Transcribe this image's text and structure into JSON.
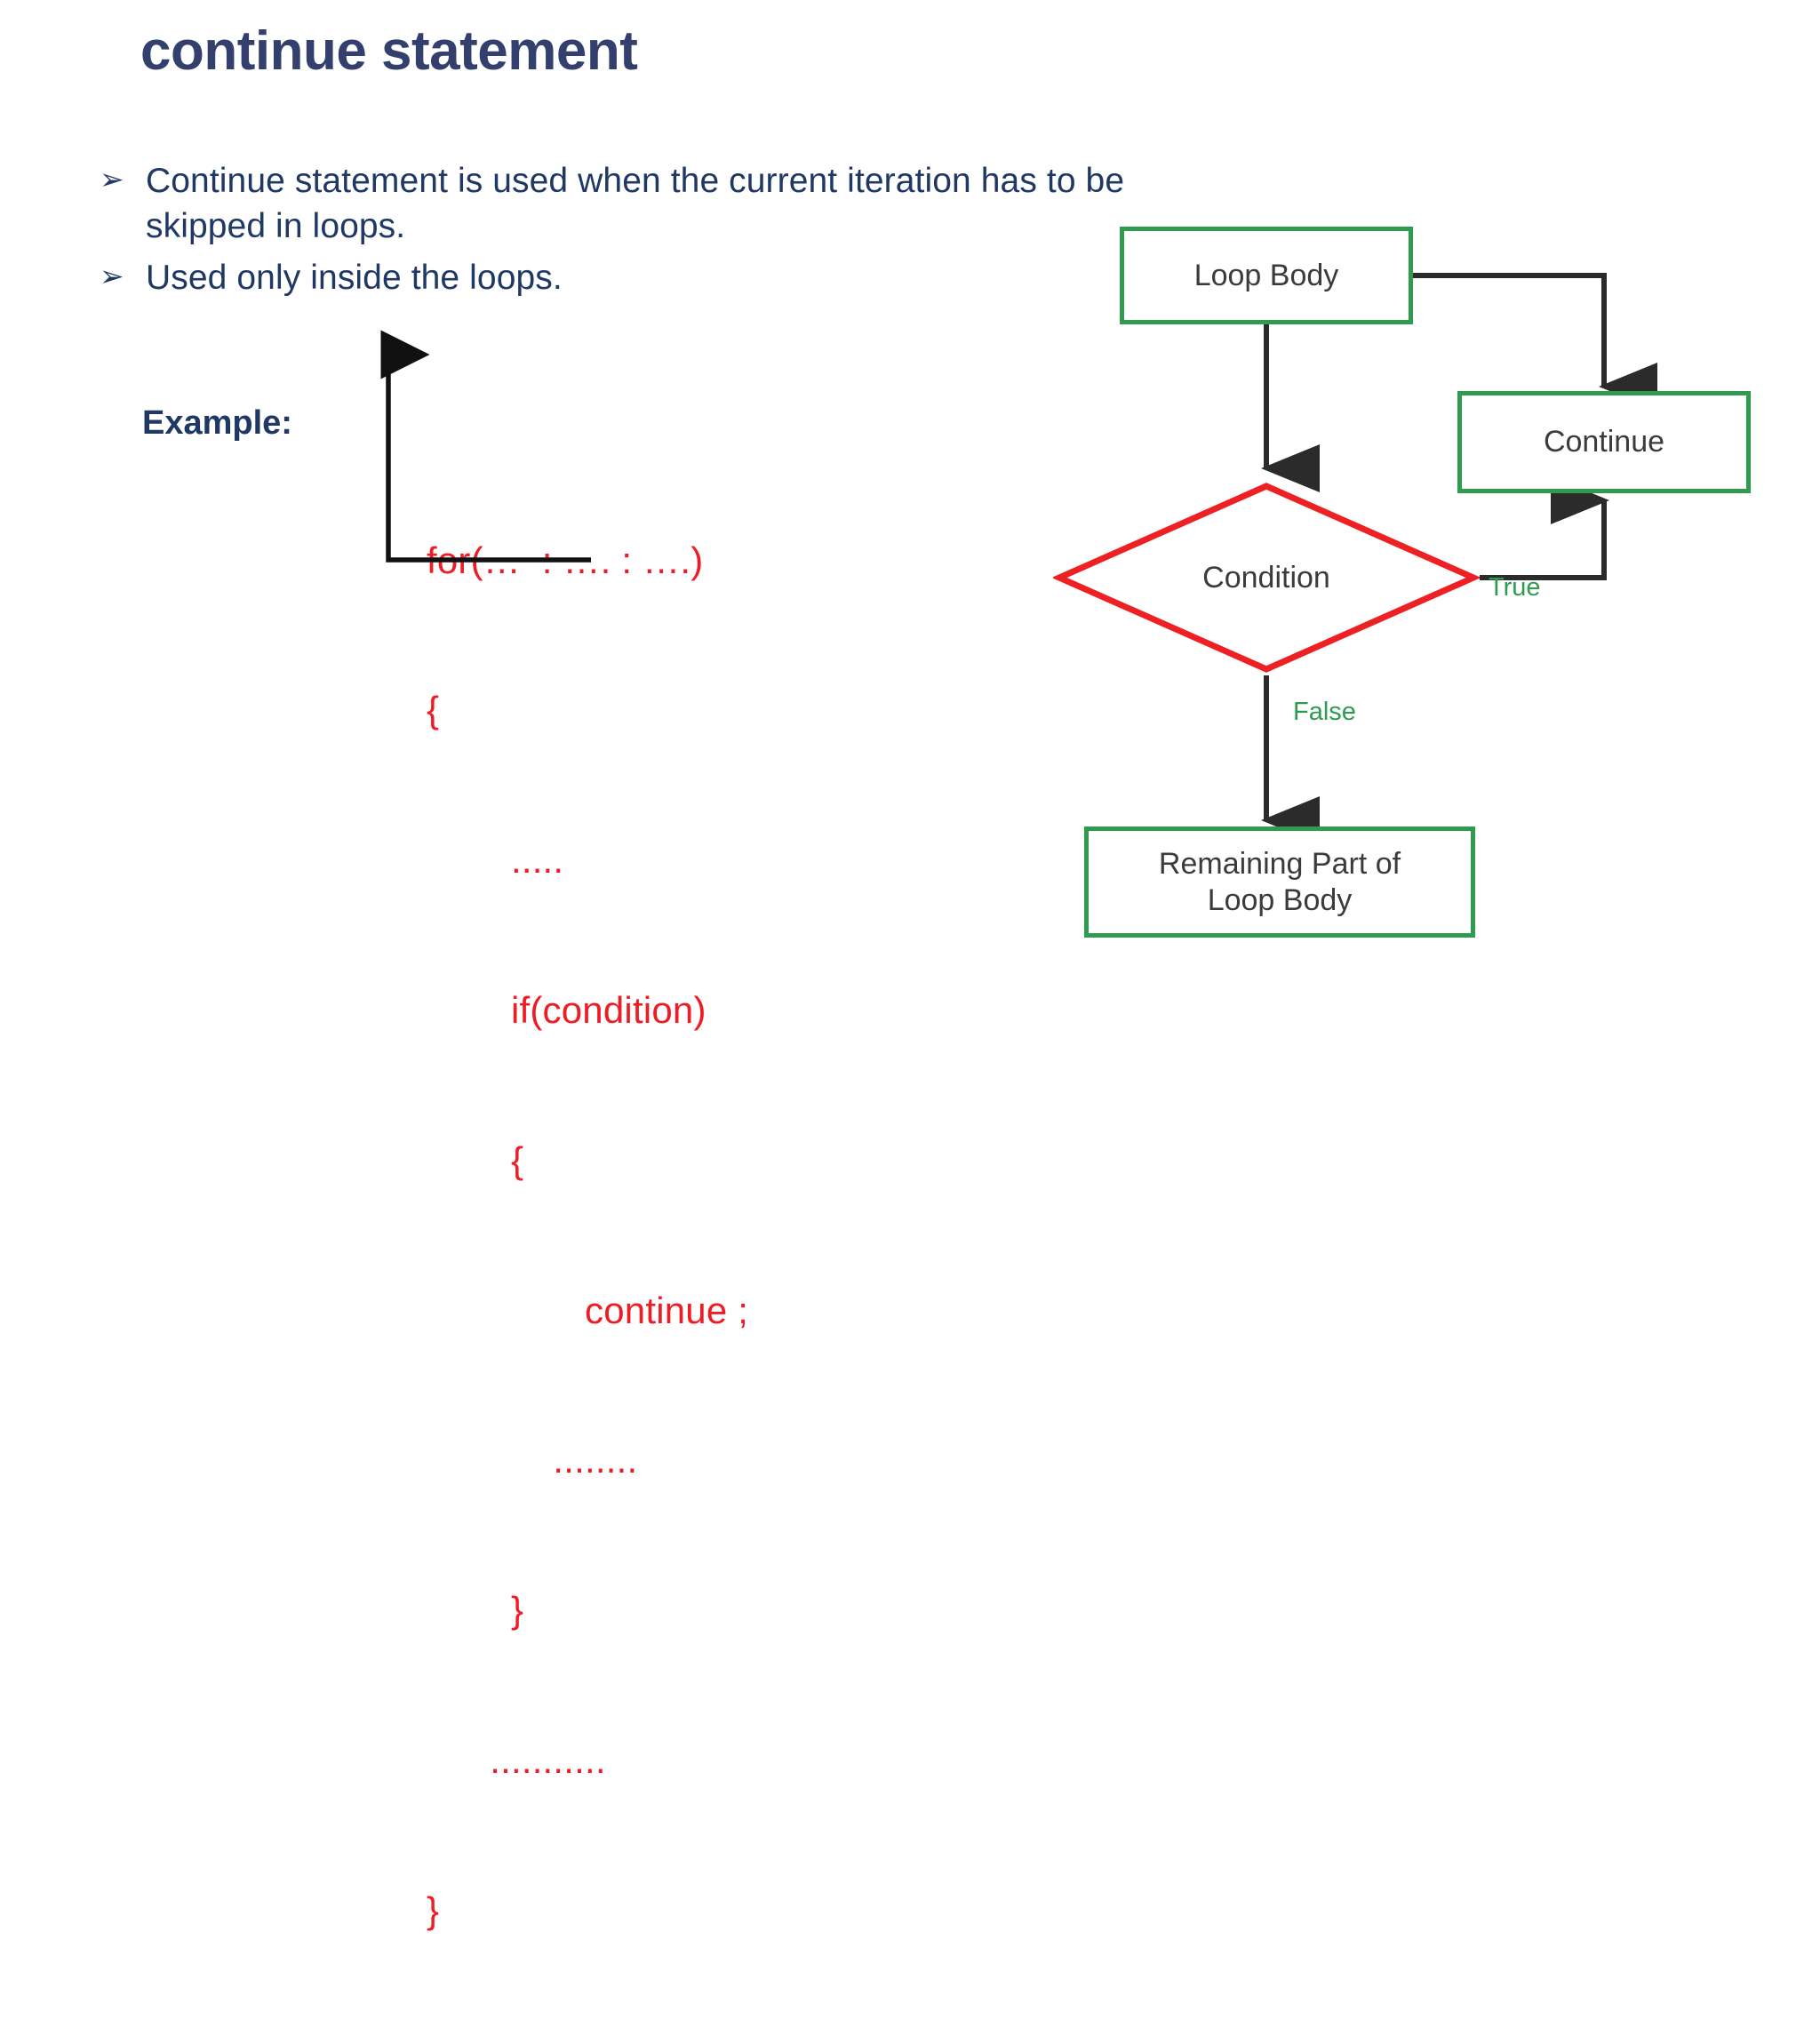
{
  "slide": {
    "title": "continue statement",
    "title_color": "#33406e",
    "background": "#ffffff"
  },
  "bullets": {
    "marker_glyph": "➢",
    "text_color": "#1f3864",
    "items": [
      {
        "text": "Continue statement is used when the current iteration has to be skipped in loops."
      },
      {
        "text": "Used only inside the loops."
      }
    ]
  },
  "example": {
    "label": "Example:",
    "code_color": "#ee1c25",
    "lines": [
      "for(…  : …. : ….)",
      "{",
      "        .....",
      "        if(condition)",
      "        {",
      "               continue ;",
      "            ........",
      "        }",
      "      ...........",
      "}"
    ],
    "loopback_note": "arrow from continue statement back to for statement"
  },
  "flowchart": {
    "box_border_color": "#2e9b4f",
    "diamond_border_color": "#ed2024",
    "node_text_color": "#3b3b3b",
    "edge_label_color": "#2e9b4f",
    "arrow_color": "#2b2b2b",
    "nodes": {
      "loop_body": "Loop Body",
      "continue": "Continue",
      "condition": "Condition",
      "remaining": "Remaining Part of\nLoop Body",
      "remaining_line1": "Remaining Part of",
      "remaining_line2": "Loop Body"
    },
    "edge_labels": {
      "true": "True",
      "false": "False"
    }
  }
}
